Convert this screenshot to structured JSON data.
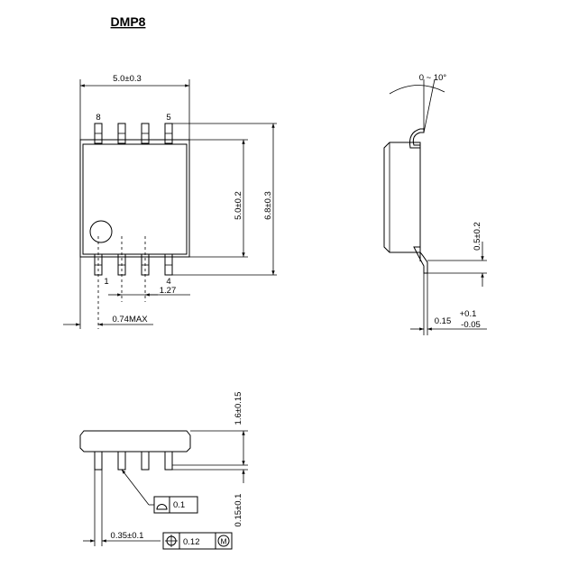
{
  "title": "DMP8",
  "top_view": {
    "body_width": "5.0±0.3",
    "body_length": "5.0±0.2",
    "overall_width": "6.8±0.3",
    "pin_pitch": "1.27",
    "offset_max": "0.74MAX",
    "pin_labels": {
      "pin8": "8",
      "pin5": "5",
      "pin1": "1",
      "pin4": "4"
    }
  },
  "side_view": {
    "lead_angle": "0 ~ 10°",
    "lead_length": "0.5±0.2",
    "lead_thickness": "0.15",
    "tol_plus": "+0.1",
    "tol_minus": "-0.05"
  },
  "front_view": {
    "height": "1.6±0.15",
    "standoff": "0.15±0.1",
    "lead_width": "0.35±0.1",
    "flatness": "0.1",
    "position_tolerance": "0.12",
    "modifier": "M"
  }
}
